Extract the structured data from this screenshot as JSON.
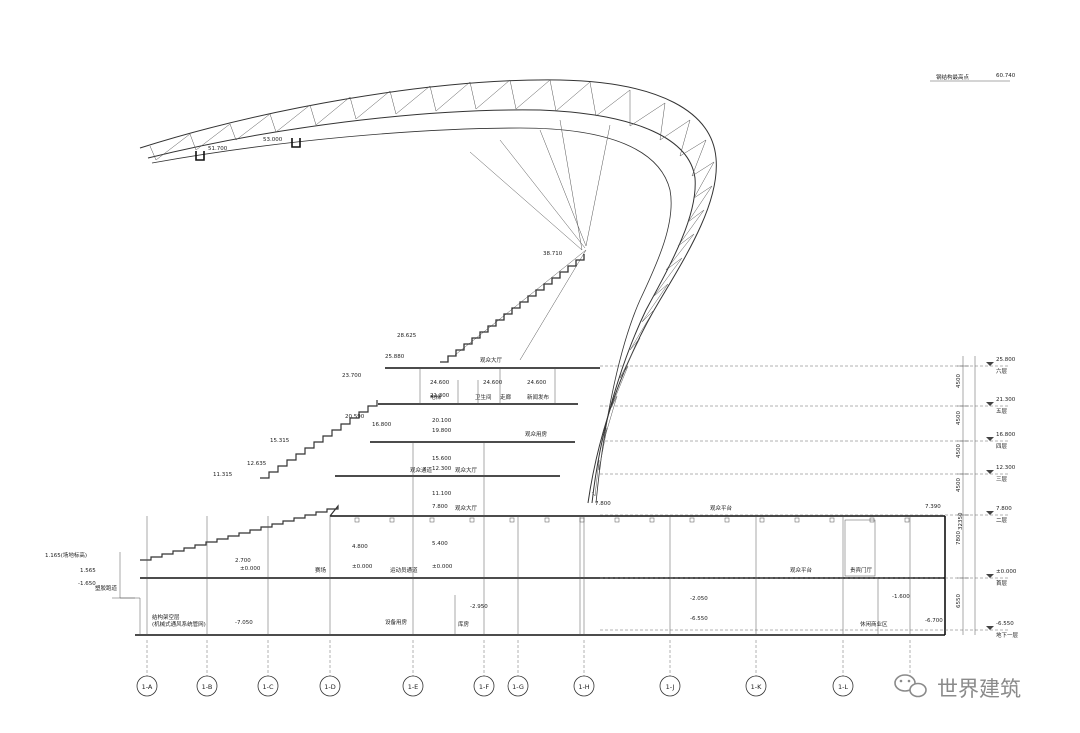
{
  "roof": {
    "top_label": "钢结构最高点",
    "top_elev": "60.740",
    "edge_elev_a": "53.000",
    "edge_elev_b": "51.700",
    "stair_top_elev": "38.710",
    "upper_stand_elev": "28.625"
  },
  "right_levels": [
    {
      "elev": "25.800",
      "name": "六层"
    },
    {
      "elev": "21.300",
      "name": "五层"
    },
    {
      "elev": "16.800",
      "name": "四层"
    },
    {
      "elev": "12.300",
      "name": "三层"
    },
    {
      "elev": "7.800",
      "name": "二层"
    },
    {
      "elev": "±0.000",
      "name": "首层"
    },
    {
      "elev": "-6.550",
      "name": "地下一层"
    }
  ],
  "dims": [
    "4500",
    "4500",
    "4500",
    "4500",
    "7800",
    "6550"
  ],
  "dim_total": "32350",
  "stand_elevs": [
    "25.880",
    "23.700",
    "20.590",
    "15.315",
    "12.635",
    "11.315"
  ],
  "room_labels": [
    {
      "t": "观众大厅"
    },
    {
      "t": "24.600"
    },
    {
      "t": "21.300"
    },
    {
      "t": "24.600"
    },
    {
      "t": "24.600"
    },
    {
      "t": "电梯"
    },
    {
      "t": "卫生间"
    },
    {
      "t": "走廊"
    },
    {
      "t": "新闻发布"
    },
    {
      "t": "20.100"
    },
    {
      "t": "16.800"
    },
    {
      "t": "19.800"
    },
    {
      "t": "观众用房"
    },
    {
      "t": "15.600"
    },
    {
      "t": "12.300"
    },
    {
      "t": "观众通道"
    },
    {
      "t": "观众大厅"
    },
    {
      "t": "11.100"
    },
    {
      "t": "7.800"
    },
    {
      "t": "观众大厅"
    },
    {
      "t": "7.800"
    },
    {
      "t": "观众平台"
    },
    {
      "t": "7.390"
    },
    {
      "t": "5.400"
    },
    {
      "t": "4.800"
    },
    {
      "t": "±0.000"
    },
    {
      "t": "±0.000"
    },
    {
      "t": "2.700"
    },
    {
      "t": "±0.000"
    },
    {
      "t": "观众平台"
    },
    {
      "t": "赛场"
    },
    {
      "t": "运动员通道"
    },
    {
      "t": "贵宾门厅"
    },
    {
      "t": "-2.050"
    },
    {
      "t": "-2.950"
    },
    {
      "t": "-6.550"
    },
    {
      "t": "-1.600"
    },
    {
      "t": "-6.700"
    },
    {
      "t": "-7.050"
    },
    {
      "t": "结构架空层"
    },
    {
      "t": "(机械式通风系统管网)"
    },
    {
      "t": "设备用房"
    },
    {
      "t": "库房"
    },
    {
      "t": "休闲商业区"
    },
    {
      "t": "1.165(场地标高)"
    },
    {
      "t": "1.565"
    },
    {
      "t": "-1.650"
    },
    {
      "t": "塑胶跑道"
    }
  ],
  "axes": [
    "1-A",
    "1-B",
    "1-C",
    "1-D",
    "1-E",
    "1-F",
    "1-G",
    "1-H",
    "1-J",
    "1-K",
    "1-L"
  ],
  "watermark": "世界建筑"
}
